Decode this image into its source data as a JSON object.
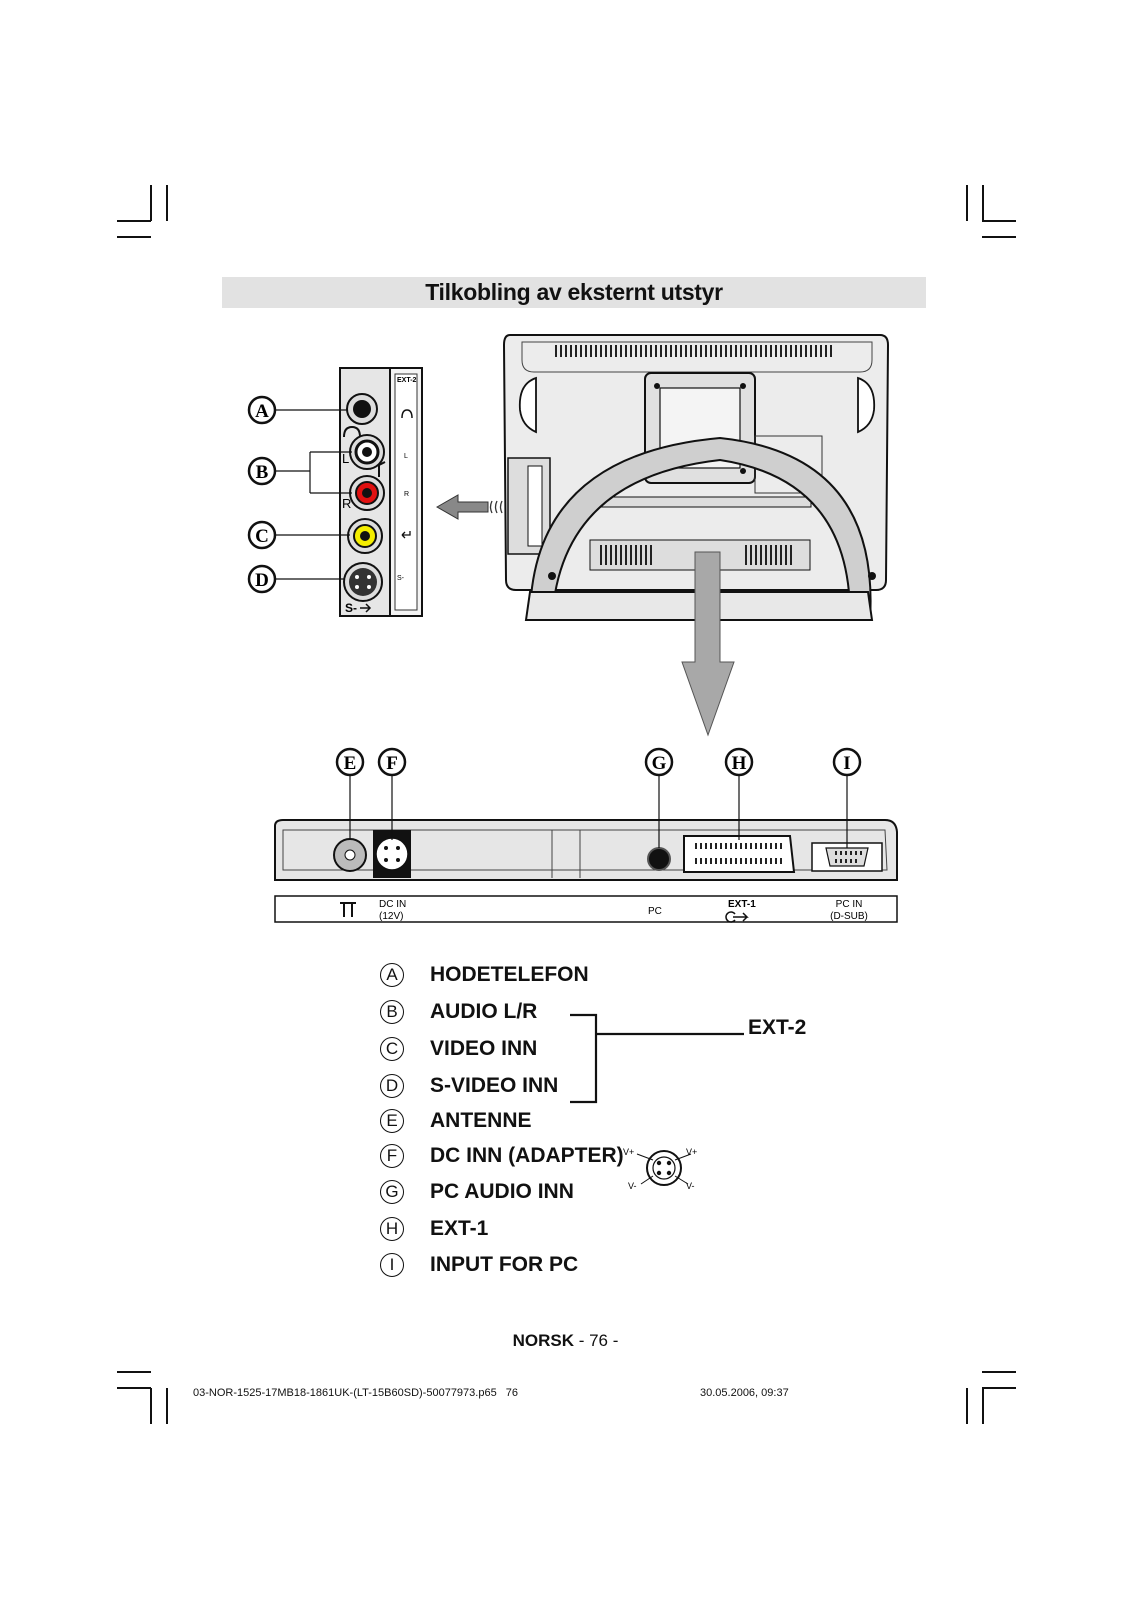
{
  "title": "Tilkobling av eksternt utstyr",
  "side_panel": {
    "callouts": [
      "A",
      "B",
      "C",
      "D"
    ],
    "jack_labels": {
      "left": "L",
      "right": "R",
      "svideo": "S-"
    },
    "inner_strip": {
      "ext": "EXT-2",
      "l": "L",
      "r": "R",
      "svideo": "S-"
    }
  },
  "rear_panel": {
    "callouts": [
      "E",
      "F",
      "G",
      "H",
      "I"
    ],
    "labels": {
      "dc_in": "DC IN",
      "dc_in_volt": "(12V)",
      "pc_audio": "PC",
      "ext1": "EXT-1",
      "pc_in": "PC IN",
      "pc_in_sub": "(D-SUB)"
    }
  },
  "legend": [
    {
      "letter": "A",
      "text": "HODETELEFON"
    },
    {
      "letter": "B",
      "text": "AUDIO L/R"
    },
    {
      "letter": "C",
      "text": "VIDEO INN"
    },
    {
      "letter": "D",
      "text": "S-VIDEO INN"
    },
    {
      "letter": "E",
      "text": "ANTENNE"
    },
    {
      "letter": "F",
      "text": "DC INN (ADAPTER)"
    },
    {
      "letter": "G",
      "text": "PC AUDIO INN"
    },
    {
      "letter": "H",
      "text": "EXT-1"
    },
    {
      "letter": "I",
      "text": "INPUT FOR PC"
    }
  ],
  "group_label": "EXT-2",
  "adapter_pins": {
    "top_left": "V+",
    "top_right": "V+",
    "bottom_left": "V-",
    "bottom_right": "V-"
  },
  "footer": {
    "lang": "NORSK",
    "page": "- 76 -",
    "file": "03-NOR-1525-17MB18-1861UK-(LT-15B60SD)-50077973.p65",
    "meta_page": "76",
    "datetime": "30.05.2006, 09:37"
  }
}
